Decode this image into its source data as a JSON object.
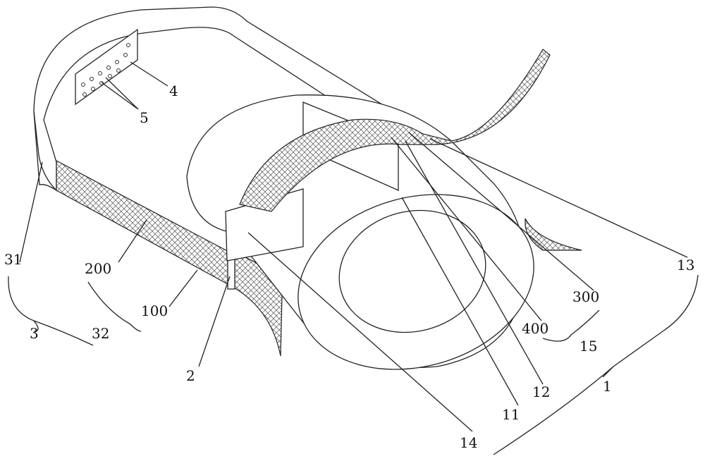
{
  "figure": {
    "labels": {
      "l4": "4",
      "l5": "5",
      "l31": "31",
      "l200": "200",
      "l100": "100",
      "l3": "3",
      "l32": "32",
      "l2": "2",
      "l14": "14",
      "l11": "11",
      "l12": "12",
      "l400": "400",
      "l300": "300",
      "l15": "15",
      "l13": "13",
      "l1": "1"
    }
  }
}
